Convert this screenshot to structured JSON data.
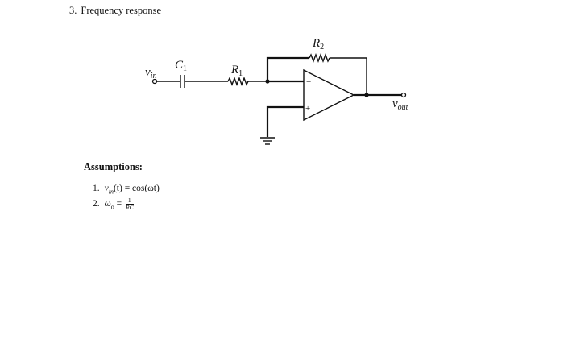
{
  "problem": {
    "number": "3.",
    "title": "Frequency response"
  },
  "circuit": {
    "input_label": "v",
    "input_label_sub": "in",
    "output_label": "v",
    "output_label_sub": "out",
    "c1_label": "C",
    "c1_sub": "1",
    "r1_label": "R",
    "r1_sub": "1",
    "r2_label": "R",
    "r2_sub": "2",
    "inverting_sign": "−",
    "noninverting_sign": "+"
  },
  "assumptions": {
    "heading": "Assumptions:",
    "items": [
      {
        "index": "1.",
        "lhs": "v",
        "lhs_sub": "in",
        "arg": "(t) = cos(ωt)"
      },
      {
        "index": "2.",
        "lhs": "ω",
        "lhs_sub": "o",
        "eq": " = ",
        "num": "1",
        "den": "RC"
      }
    ]
  }
}
